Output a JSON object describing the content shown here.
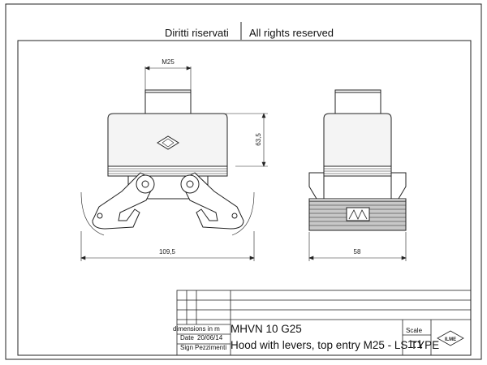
{
  "header": {
    "rights_it": "Diritti riservati",
    "rights_en": "All rights reserved"
  },
  "dimensions": {
    "thread": "M25",
    "height": "63,5",
    "width_front": "109,5",
    "width_side": "58"
  },
  "title_block": {
    "dimensions_label": "dimensions in m",
    "date_label": "Date",
    "date_value": "20/06/14",
    "sign_label": "Sign",
    "sign_value": "Pezzimenti",
    "code": "MHVN 10 G25",
    "description": "Hood with levers, top entry M25 - LS TYPE",
    "scale_label": "Scale",
    "scale_value": "1:1",
    "logo_text": "ILME"
  },
  "colors": {
    "line": "#222222",
    "grey_fill": "#c8c8c8",
    "light_fill": "#f4f4f4"
  }
}
